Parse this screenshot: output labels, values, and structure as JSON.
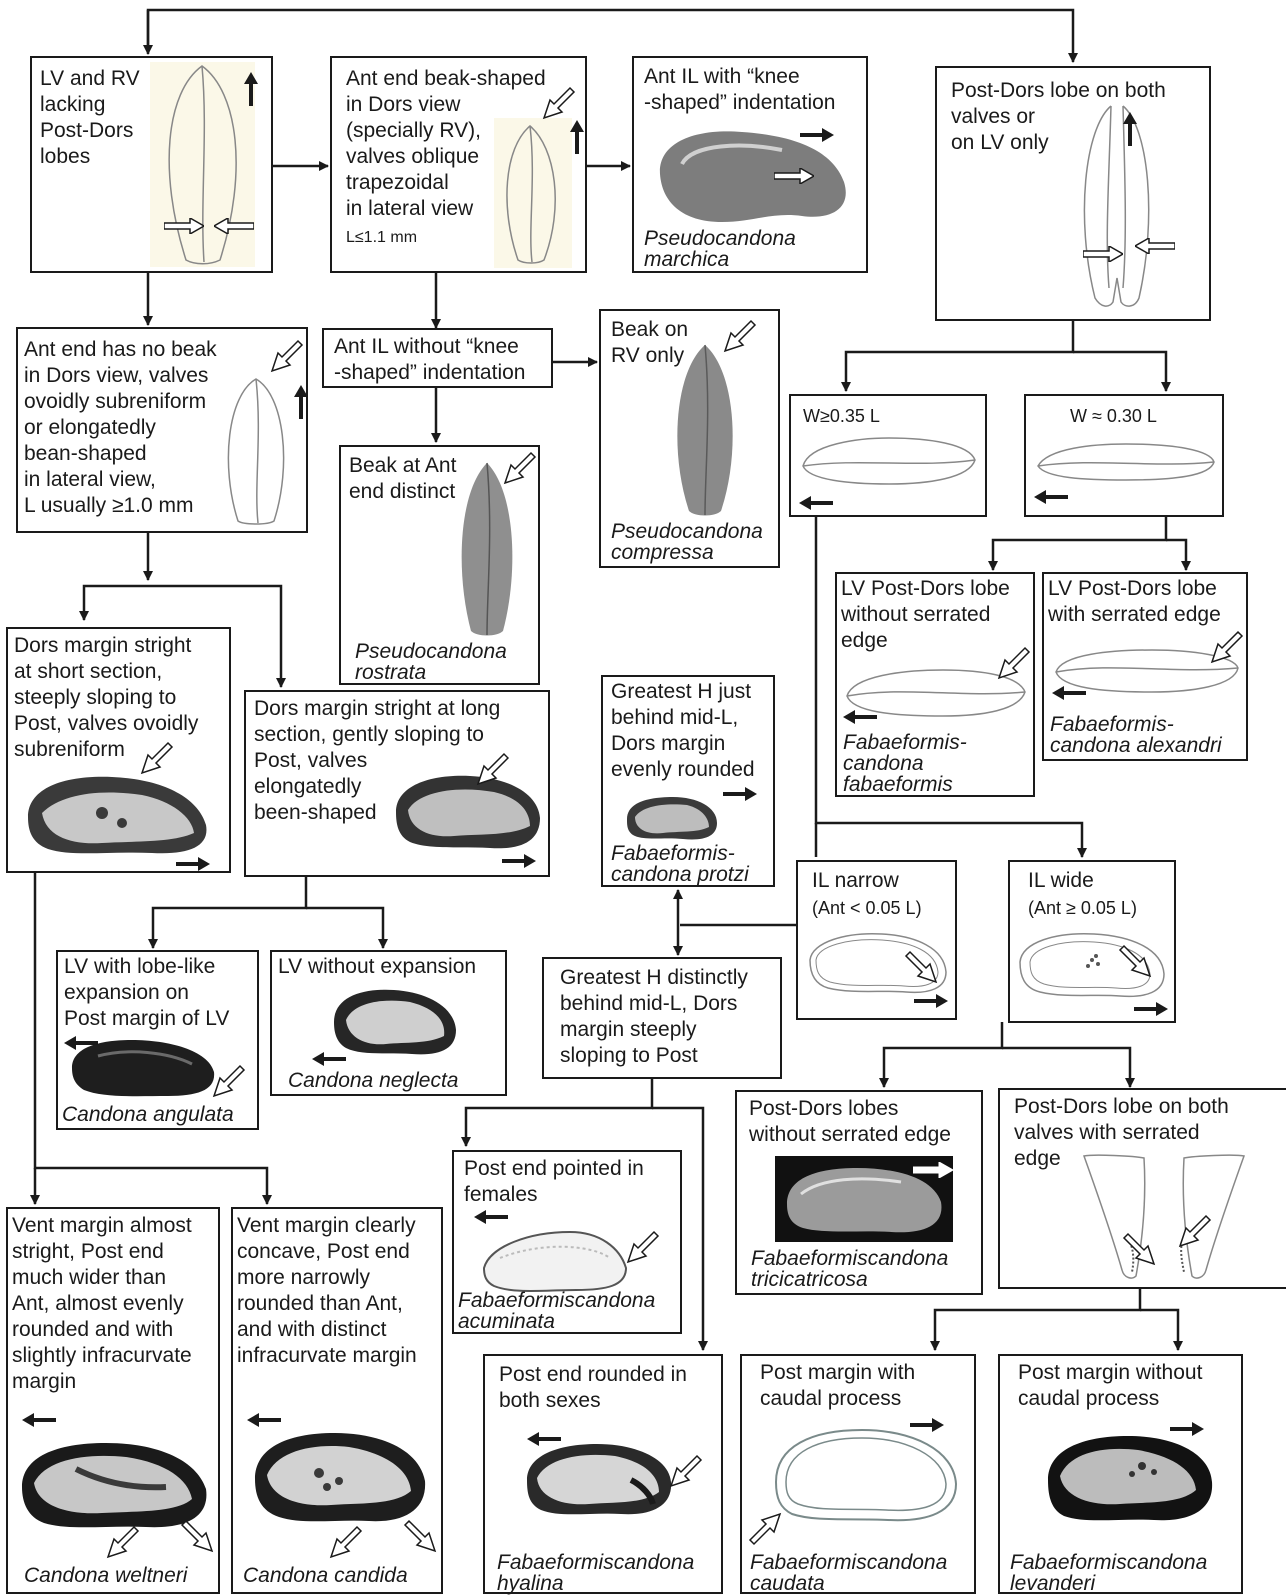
{
  "nodes": {
    "n1": {
      "text": "LV and RV\nlacking\nPost-Dors\nlobes"
    },
    "n2": {
      "text": "Ant end beak-shaped\nin Dors view\n(specially RV),\nvalves oblique\ntrapezoidal\nin lateral view",
      "measure": "L≤1.1 mm"
    },
    "n3": {
      "text": "Ant IL with “knee\n-shaped” indentation",
      "species": "Pseudocandona\nmarchica"
    },
    "n4": {
      "text": "Post-Dors lobe on both\nvalves or\non LV only"
    },
    "n5": {
      "text": "Ant end has no beak\nin Dors view, valves\novoidly subreniform\nor elongatedly\nbean-shaped\nin lateral view,\nL usually ≥1.0 mm"
    },
    "n6": {
      "text": "Ant IL without “knee\n-shaped” indentation"
    },
    "n7": {
      "text": "Beak on\nRV only",
      "species": "Pseudocandona\ncompressa"
    },
    "n8": {
      "text": "Beak at Ant\nend distinct",
      "species": "Pseudocandona\nrostrata"
    },
    "n9": {
      "text": "W≥0.35 L"
    },
    "n10": {
      "text": "W ≈ 0.30 L"
    },
    "n11": {
      "text": "LV Post-Dors lobe\nwithout serrated\nedge",
      "species": "Fabaeformis-\ncandona\nfabaeformis"
    },
    "n12": {
      "text": "LV Post-Dors lobe\nwith serrated edge",
      "species": "Fabaeformis-\ncandona alexandri"
    },
    "n13": {
      "text": "Dors margin stright\nat short section,\nsteeply sloping to\nPost, valves ovoidly\nsubreniform"
    },
    "n14": {
      "text": "Dors margin stright at long\nsection, gently sloping to\nPost, valves\nelongatedly\nbeen-shaped"
    },
    "n15": {
      "text": "Greatest H just\nbehind mid-L,\nDors margin\nevenly rounded",
      "species": "Fabaeformis-\ncandona protzi"
    },
    "n16": {
      "text": "IL narrow",
      "sub": "(Ant < 0.05 L)"
    },
    "n17": {
      "text": "IL wide",
      "sub": "(Ant ≥ 0.05 L)"
    },
    "n18": {
      "text": "LV with lobe-like\nexpansion on\nPost margin of LV",
      "species": "Candona angulata"
    },
    "n19": {
      "text": "LV without expansion",
      "species": "Candona neglecta"
    },
    "n20": {
      "text": "Greatest H distinctly\nbehind mid-L, Dors\nmargin steeply\nsloping to Post"
    },
    "n21": {
      "text": "Post-Dors lobes\nwithout serrated edge",
      "species": "Fabaeformiscandona\ntricicatricosa"
    },
    "n22": {
      "text": "Post-Dors lobe on both\nvalves with serrated\nedge"
    },
    "n23": {
      "text": "Post end pointed in\nfemales",
      "species": "Fabaeformiscandona\nacuminata"
    },
    "n24": {
      "text": "Vent margin almost\nstright, Post end\nmuch wider than\nAnt, almost evenly\nrounded and with\nslightly infracurvate\nmargin",
      "species": "Candona weltneri"
    },
    "n25": {
      "text": "Vent margin clearly\nconcave, Post end\nmore narrowly\nrounded than Ant,\nand with distinct\ninfracurvate margin",
      "species": "Candona candida"
    },
    "n26": {
      "text": "Post end rounded in\nboth sexes",
      "species": "Fabaeformiscandona\nhyalina"
    },
    "n27": {
      "text": "Post margin with\ncaudal process",
      "species": "Fabaeformiscandona\ncaudata"
    },
    "n28": {
      "text": "Post margin without\ncaudal process",
      "species": "Fabaeformiscandona\nlevanderi"
    }
  },
  "colors": {
    "line": "#1a1a1a",
    "shell_pale": "#fbf8e8",
    "shell_dark": "#3a3a3a",
    "shell_grey": "#9a9a9a"
  }
}
